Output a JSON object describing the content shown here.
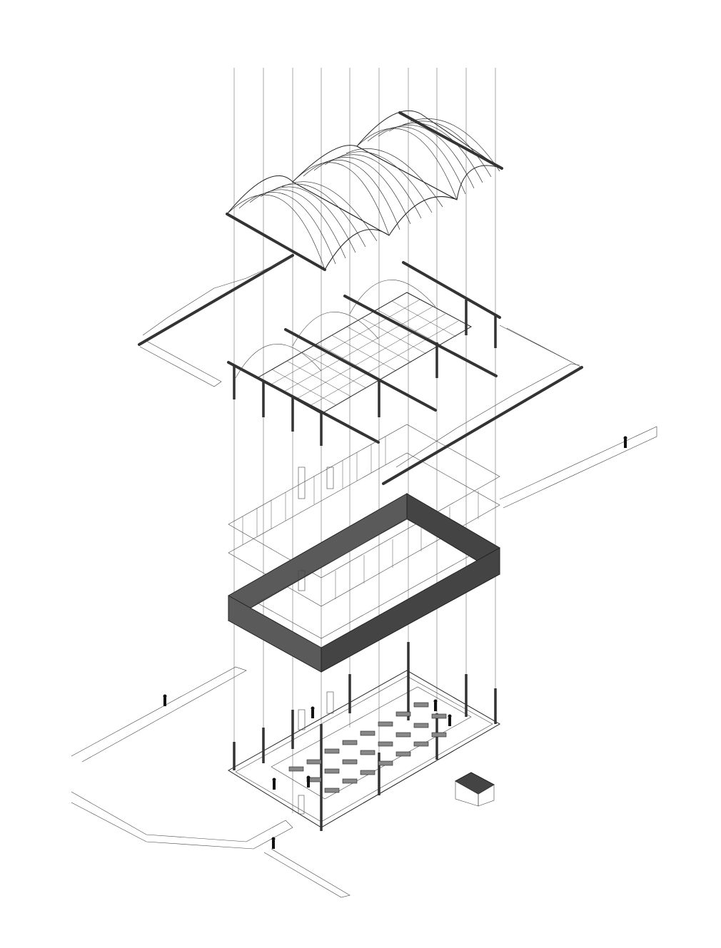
{
  "drawing": {
    "kind": "exploded axonometric",
    "layers": [
      {
        "name": "vaulted-roof",
        "vault_count": 3
      },
      {
        "name": "roof-structure-grid-and-beams"
      },
      {
        "name": "upper-clerestory-wall"
      },
      {
        "name": "solid-band-wall"
      },
      {
        "name": "ground-floor-classroom-with-desks"
      }
    ],
    "colors": {
      "line": "#222222",
      "fill_dark": "#5a5a5a",
      "background": "#ffffff"
    },
    "people_figures": 8
  }
}
